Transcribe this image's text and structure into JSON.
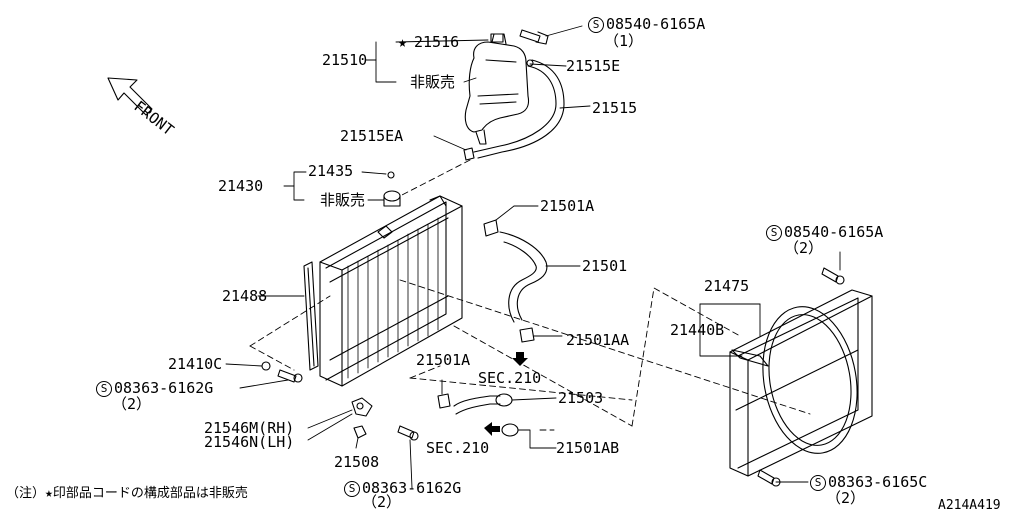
{
  "labels": {
    "front": "FRONT",
    "p21510": "21510",
    "p21516": "21516",
    "star": "★",
    "not_sold_1": "非販売",
    "bolt1_part": "08540-6165A",
    "bolt1_qty": "（1）",
    "p21515E": "21515E",
    "p21515": "21515",
    "p21515EA": "21515EA",
    "p21435": "21435",
    "p21430": "21430",
    "not_sold_2": "非販売",
    "p21501A_top": "21501A",
    "p21501": "21501",
    "p21488": "21488",
    "p21501AA": "21501AA",
    "p21410C": "21410C",
    "bolt2_part": "08363-6162G",
    "bolt2_qty": "（2）",
    "p21501A_mid": "21501A",
    "sec210_a": "SEC.210",
    "p21503": "21503",
    "p21546M": "21546M(RH)",
    "p21546N": "21546N(LH)",
    "sec210_b": "SEC.210",
    "p21501AB": "21501AB",
    "p21508": "21508",
    "bolt3_part": "08363-6162G",
    "bolt3_qty": "（2）",
    "bolt4_part": "08540-6165A",
    "bolt4_qty": "（2）",
    "p21475": "21475",
    "p21440B": "21440B",
    "bolt5_part": "08363-6165C",
    "bolt5_qty": "（2）",
    "s_mark": "S",
    "note": "（注）★印部品コードの構成部品は非販売",
    "drawing_id": "A214A419"
  }
}
